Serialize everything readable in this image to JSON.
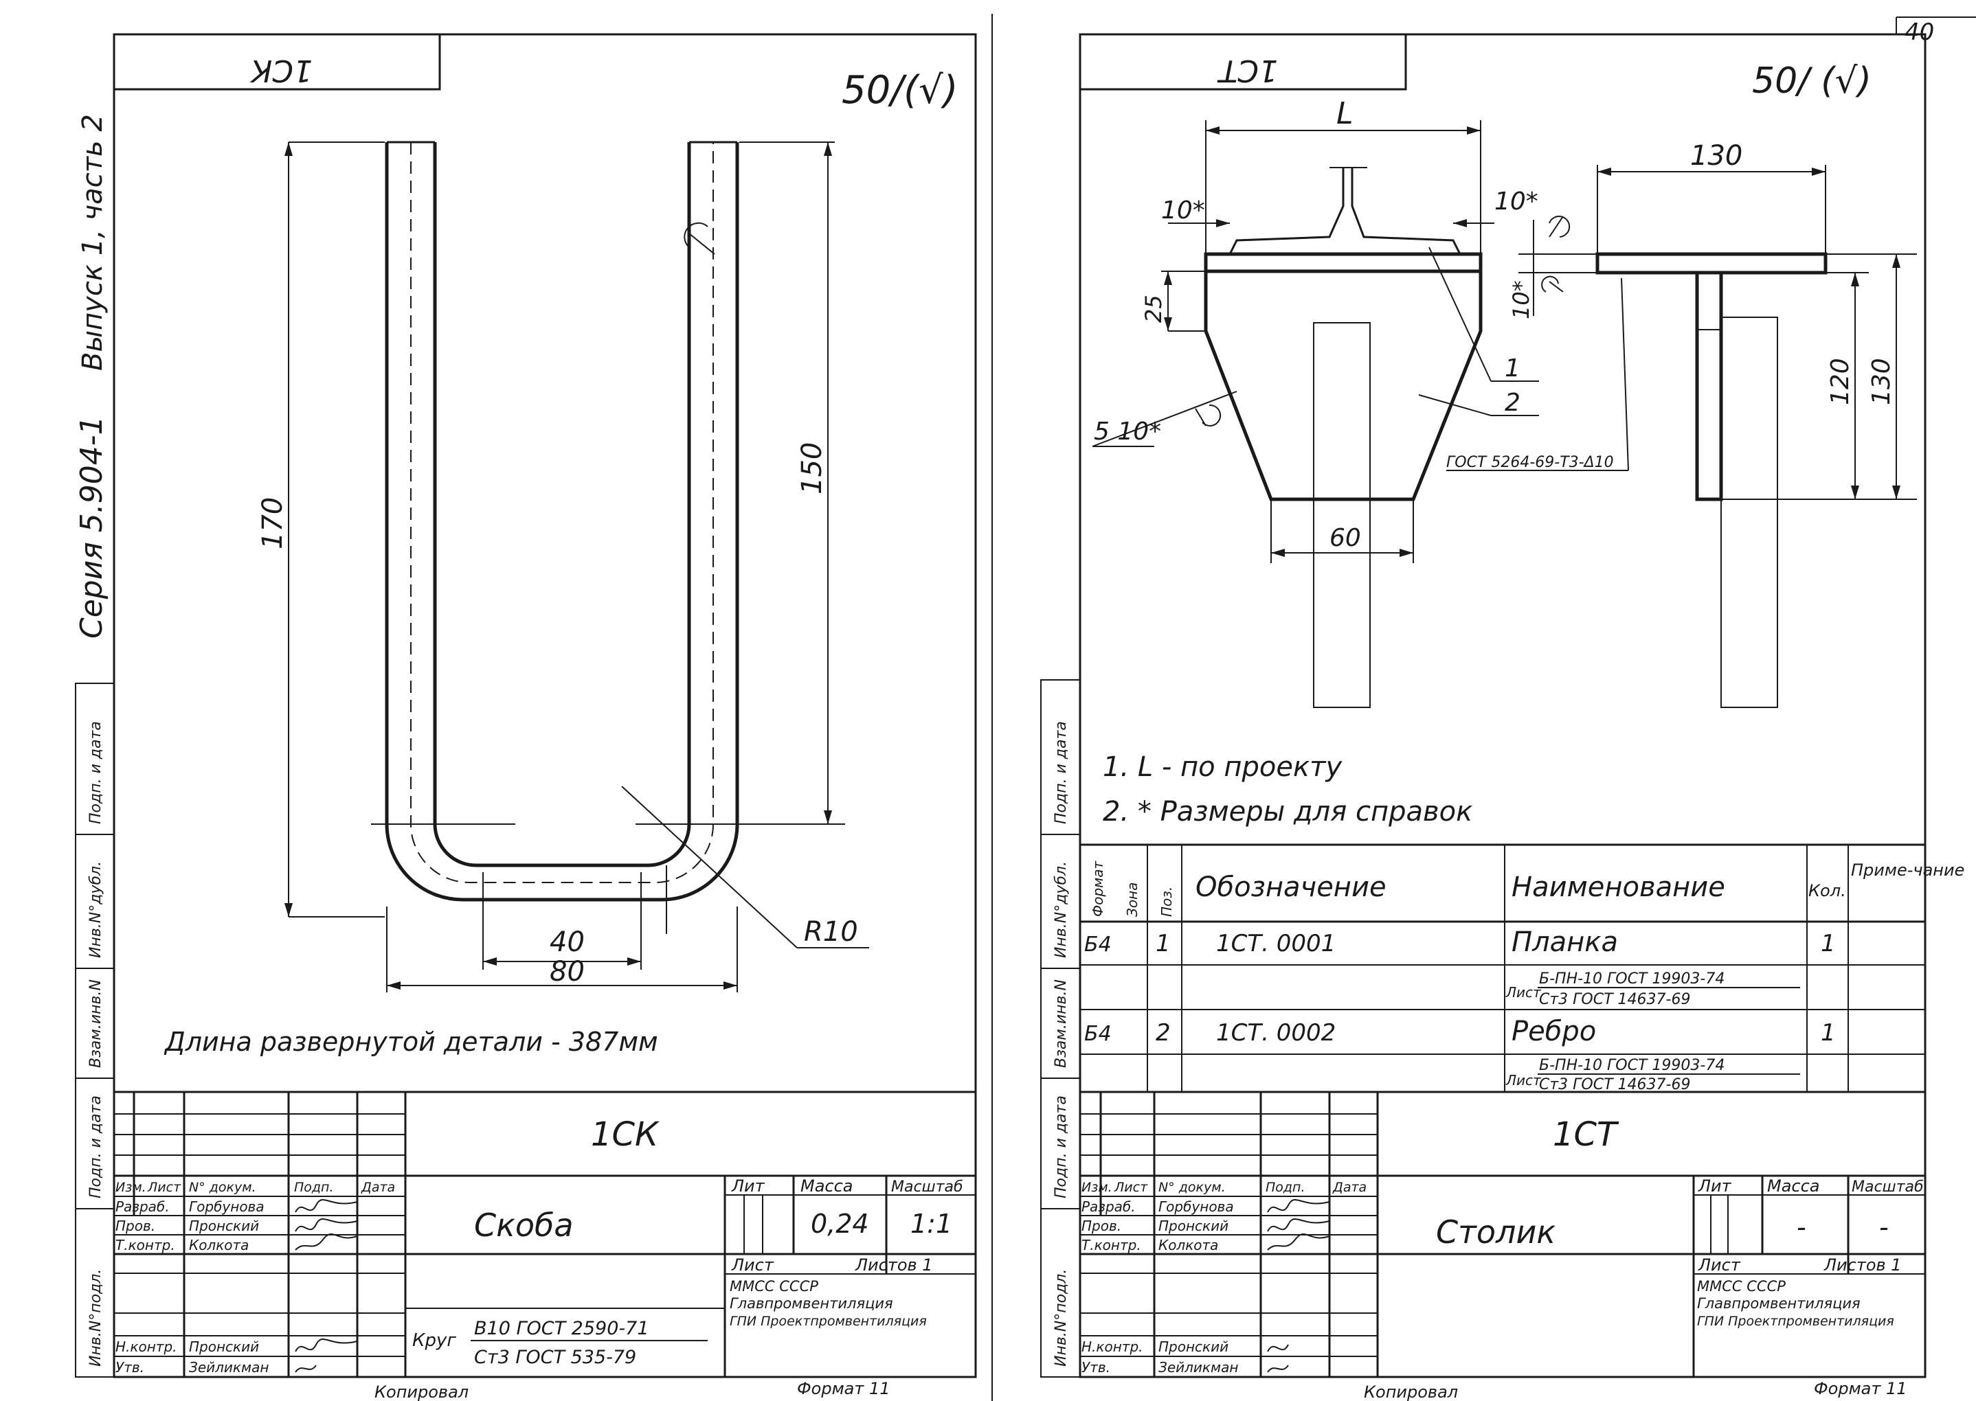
{
  "page_number": "40",
  "series_text": "Серия 5.904-1",
  "issue_text": "Выпуск 1, часть 2",
  "side_stamp_labels": [
    "Инв.N°подл.",
    "Подп. и дата",
    "Взам.инв.N",
    "Инв.N°дубл.",
    "Подп. и дата"
  ],
  "left_sheet": {
    "corner_code": "1СК",
    "roughness": "50/(√)",
    "dim_170": "170",
    "dim_150": "150",
    "dim_40": "40",
    "dim_80": "80",
    "radius": "R10",
    "note": "Длина развернутой детали - 387мм",
    "title_block": {
      "designation": "1СК",
      "name": "Скоба",
      "lit_label": "Лит",
      "mass_label": "Масса",
      "scale_label": "Масштаб",
      "mass": "0,24",
      "scale": "1:1",
      "sheet_label": "Лист",
      "sheets_label": "Листов 1",
      "col_headers": [
        "Изм.",
        "Лист",
        "N° докум.",
        "Подп.",
        "Дата"
      ],
      "roles": [
        {
          "role": "Разраб.",
          "name": "Горбунова"
        },
        {
          "role": "Пров.",
          "name": "Пронский"
        },
        {
          "role": "Т.контр.",
          "name": "Колкота"
        },
        {
          "role": "",
          "name": ""
        },
        {
          "role": "Н.контр.",
          "name": "Пронский"
        },
        {
          "role": "Утв.",
          "name": "Зейликман"
        }
      ],
      "material_prefix": "Круг",
      "material_top": "В10 ГОСТ 2590-71",
      "material_bottom": "Ст3   ГОСТ 535-79",
      "org_lines": [
        "ММСС         СССР",
        "Главпромвентиляция",
        "ГПИ Проектпромвентиляция"
      ]
    },
    "footer_left": "Копировал",
    "footer_right": "Формат 11"
  },
  "right_sheet": {
    "corner_code": "1СТ",
    "roughness": "50/ (√)",
    "dim_L": "L",
    "dim_130_top": "130",
    "dim_10_left": "10*",
    "dim_10_right": "10*",
    "dim_10_vert": "10*",
    "dim_25": "25",
    "dim_120": "120",
    "dim_130_right": "130",
    "weld_label": "5 10*",
    "dim_60": "60",
    "leader_1": "1",
    "leader_2": "2",
    "gost_note": "ГОСТ 5264-69-Т3-Δ10",
    "notes": [
      "1.  L - по проекту",
      "2. * Размеры для справок"
    ],
    "spec_headers": [
      "Формат",
      "Зона",
      "Поз.",
      "Обозначение",
      "Наименование",
      "Кол.",
      "Приме-чание"
    ],
    "spec_rows": [
      {
        "format": "Б4",
        "pos": "1",
        "designation": "1СТ. 0001",
        "name": "Планка",
        "qty": "1",
        "mat_prefix": "Лист",
        "mat_top": "Б-ПН-10 ГОСТ 19903-74",
        "mat_bottom": "Ст3    ГОСТ 14637-69"
      },
      {
        "format": "Б4",
        "pos": "2",
        "designation": "1СТ. 0002",
        "name": "Ребро",
        "qty": "1",
        "mat_prefix": "Лист",
        "mat_top": "Б-ПН-10 ГОСТ 19903-74",
        "mat_bottom": "Ст3    ГОСТ 14637-69"
      }
    ],
    "title_block": {
      "designation": "1СТ",
      "name": "Столик",
      "lit_label": "Лит",
      "mass_label": "Масса",
      "scale_label": "Масштаб",
      "mass": "-",
      "scale": "-",
      "sheet_label": "Лист",
      "sheets_label": "Листов 1",
      "col_headers": [
        "Изм.",
        "Лист",
        "N° докум.",
        "Подп.",
        "Дата"
      ],
      "roles": [
        {
          "role": "Разраб.",
          "name": "Горбунова"
        },
        {
          "role": "Пров.",
          "name": "Пронский"
        },
        {
          "role": "Т.контр.",
          "name": "Колкота"
        },
        {
          "role": "",
          "name": ""
        },
        {
          "role": "Н.контр.",
          "name": "Пронский"
        },
        {
          "role": "Утв.",
          "name": "Зейликман"
        }
      ],
      "org_lines": [
        "ММСС         СССР",
        "Главпромвентиляция",
        "ГПИ Проектпромвентиляция"
      ]
    },
    "footer_left": "Копировал",
    "footer_right": "Формат 11"
  }
}
